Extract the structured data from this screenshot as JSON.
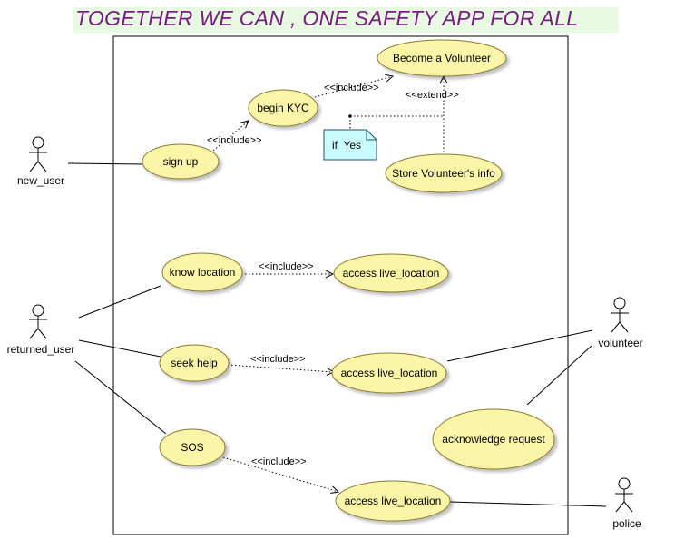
{
  "title": "TOGETHER WE CAN , ONE SAFETY APP FOR ALL",
  "actors": {
    "new_user": "new_user",
    "returned_user": "returned_user",
    "volunteer": "volunteer",
    "police": "police"
  },
  "use_cases": {
    "become_volunteer": "Become a Volunteer",
    "begin_kyc": "begin KYC",
    "sign_up": "sign up",
    "store_volunteer_info": "Store Volunteer's info",
    "know_location": "know location",
    "access_live_location_1": "access live_location",
    "seek_help": "seek help",
    "access_live_location_2": "access live_location",
    "acknowledge_request": "acknowledge request",
    "sos": "SOS",
    "access_live_location_3": "access live_location"
  },
  "relations": {
    "include_kyc_volunteer": "<<include>>",
    "include_signup_kyc": "<<include>>",
    "extend_store_volunteer": "<<extend>>",
    "include_know_location": "<<include>>",
    "include_seek_help": "<<include>>",
    "include_sos": "<<include>>"
  },
  "note": "if  Yes",
  "colors": {
    "title": "#7a1a86",
    "title_band": "#e8fbe2",
    "use_case_fill": "#fbf5a8",
    "use_case_stroke": "#8a7a30",
    "note_fill": "#c8fcff",
    "note_stroke": "#2a4f6e"
  }
}
